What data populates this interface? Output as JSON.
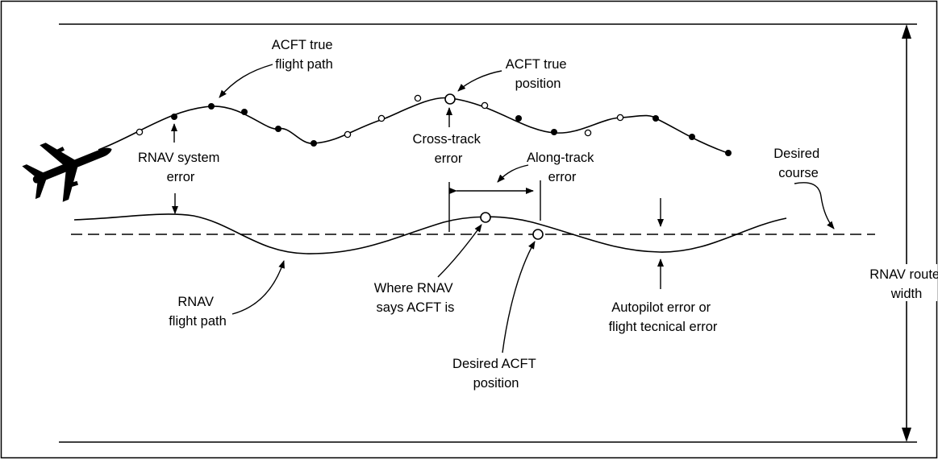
{
  "labels": {
    "acft_true_flight_path": [
      "ACFT true",
      "flight path"
    ],
    "acft_true_position": [
      "ACFT true",
      "position"
    ],
    "cross_track_error": [
      "Cross-track",
      "error"
    ],
    "rnav_system_error": [
      "RNAV system",
      "error"
    ],
    "along_track_error": [
      "Along-track",
      "error"
    ],
    "desired_course": [
      "Desired",
      "course"
    ],
    "rnav_route_width": [
      "RNAV route",
      "width"
    ],
    "rnav_flight_path": [
      "RNAV",
      "flight path"
    ],
    "where_rnav_says": [
      "Where RNAV",
      "says ACFT is"
    ],
    "desired_acft_position": [
      "Desired ACFT",
      "position"
    ],
    "autopilot_error": [
      "Autopilot error or",
      "flight tecnical error"
    ]
  },
  "icons": {
    "aircraft": "aircraft-icon"
  },
  "colors": {
    "ink": "#000000",
    "background": "#ffffff"
  }
}
